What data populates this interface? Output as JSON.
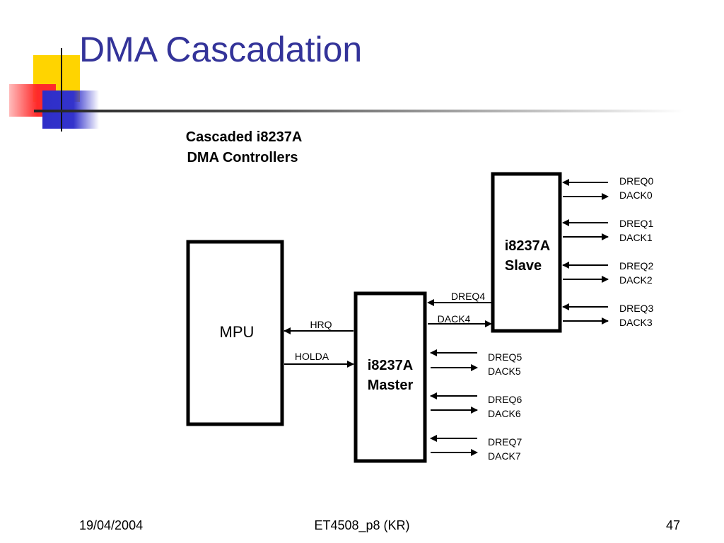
{
  "slide": {
    "title": "DMA Cascadation"
  },
  "diagram": {
    "caption_line1": "Cascaded i8237A",
    "caption_line2": "DMA Controllers",
    "mpu_label": "MPU",
    "master_label_line1": "i8237A",
    "master_label_line2": "Master",
    "slave_label_line1": "i8237A",
    "slave_label_line2": "Slave",
    "mpu_master_signals": [
      "HRQ",
      "HOLDA"
    ],
    "slave_master_signals": [
      "DREQ4",
      "DACK4"
    ],
    "slave_channels": [
      {
        "dreq": "DREQ0",
        "dack": "DACK0"
      },
      {
        "dreq": "DREQ1",
        "dack": "DACK1"
      },
      {
        "dreq": "DREQ2",
        "dack": "DACK2"
      },
      {
        "dreq": "DREQ3",
        "dack": "DACK3"
      }
    ],
    "master_channels": [
      {
        "dreq": "DREQ5",
        "dack": "DACK5"
      },
      {
        "dreq": "DREQ6",
        "dack": "DACK6"
      },
      {
        "dreq": "DREQ7",
        "dack": "DACK7"
      }
    ]
  },
  "footer": {
    "date": "19/04/2004",
    "course": "ET4508_p8 (KR)",
    "page": "47"
  }
}
